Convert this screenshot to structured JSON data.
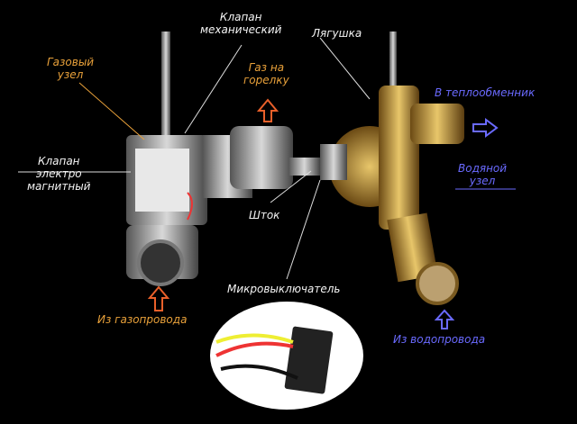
{
  "labels": {
    "mech_valve": "Клапан механический",
    "mech_valve_l1": "Клапан",
    "mech_valve_l2": "механический",
    "gas_unit_l1": "Газовый",
    "gas_unit_l2": "узел",
    "gas_burner_l1": "Газ на",
    "gas_burner_l2": "горелку",
    "frog": "Лягушка",
    "to_heat_exchanger": "В теплообменник",
    "em_valve_l1": "Клапан",
    "em_valve_l2": "электро",
    "em_valve_l3": "магнитный",
    "water_unit_l1": "Водяной",
    "water_unit_l2": "узел",
    "rod": "Шток",
    "microswitch": "Микровыключатель",
    "from_gas_line": "Из газопровода",
    "from_water_line": "Из водопровода"
  },
  "colors": {
    "background": "#000000",
    "label_white": "#f4f4f4",
    "gas_orange": "#e9a13a",
    "water_blue": "#6a6aff",
    "brass": "#c9a24a",
    "steel": "#9a9a9a"
  }
}
